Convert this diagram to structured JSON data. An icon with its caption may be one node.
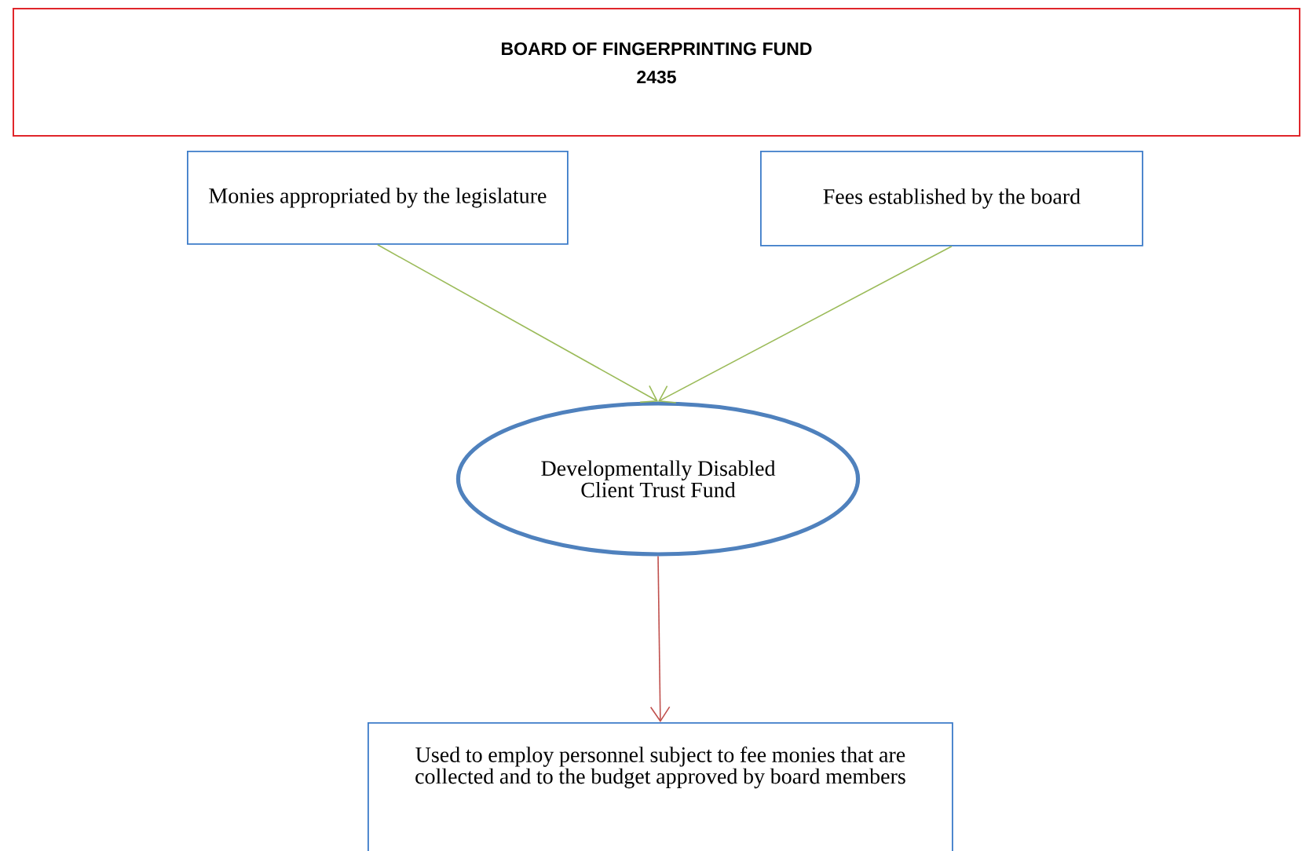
{
  "diagram": {
    "nodes": [
      {
        "text": [
          "BOARD OF FINGERPRINTING FUND",
          "2435"
        ]
      },
      {
        "text": [
          "Monies appropriated by the legislature"
        ]
      },
      {
        "text": [
          "Fees established by the board"
        ]
      },
      {
        "text": [
          "Developmentally Disabled Client Trust Fund"
        ]
      },
      {
        "text": [
          "Used to employ personnel subject to fee monies that are collected and to the budget approved by board members"
        ]
      }
    ],
    "edges": [
      {
        "from": 1,
        "to": 3,
        "arrow": "to"
      },
      {
        "from": 2,
        "to": 3,
        "arrow": "to"
      },
      {
        "from": 3,
        "to": 4,
        "arrow": "to",
        "color": "#c0504d"
      }
    ]
  }
}
